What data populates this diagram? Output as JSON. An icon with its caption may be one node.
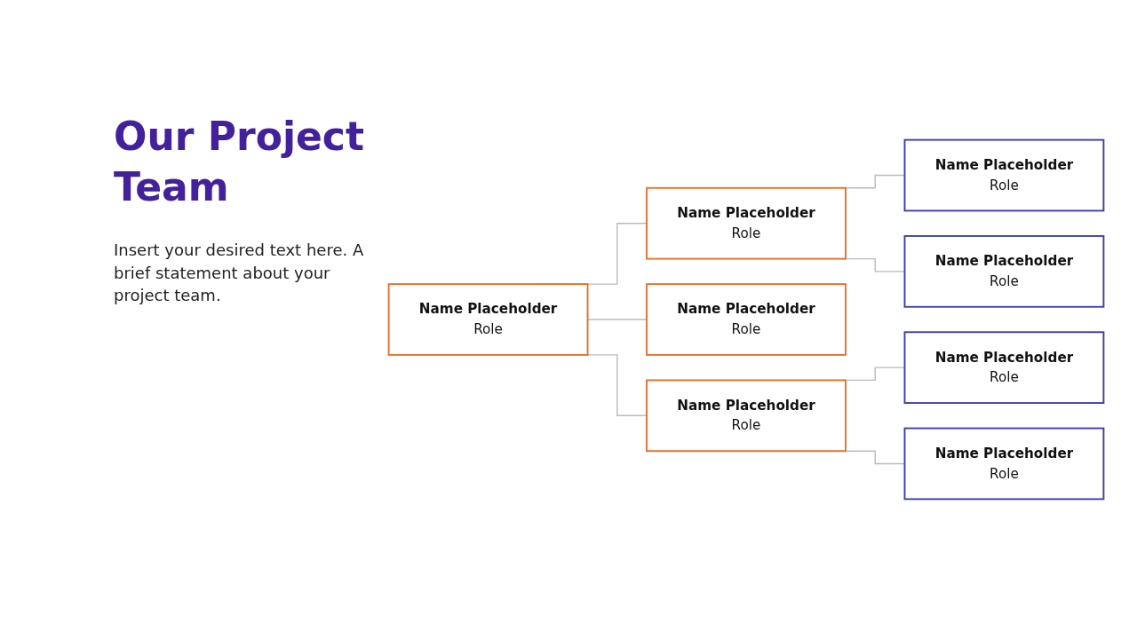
{
  "diagram": {
    "title": "Our Project Team",
    "nodes": [
      {
        "text": [
          "Name Placeholder",
          "Role"
        ]
      },
      {
        "text": [
          "Name Placeholder",
          "Role"
        ]
      },
      {
        "text": [
          "Name Placeholder",
          "Role"
        ]
      },
      {
        "text": [
          "Name Placeholder",
          "Role"
        ]
      },
      {
        "text": [
          "Name Placeholder",
          "Role"
        ]
      },
      {
        "text": [
          "Name Placeholder",
          "Role"
        ]
      },
      {
        "text": [
          "Name Placeholder",
          "Role"
        ]
      },
      {
        "text": [
          "Name Placeholder",
          "Role"
        ]
      }
    ],
    "edges": [
      {
        "from": 0,
        "to": 1,
        "arrow": "none"
      },
      {
        "from": 0,
        "to": 4,
        "arrow": "none"
      },
      {
        "from": 0,
        "to": 5,
        "arrow": "none"
      },
      {
        "from": 1,
        "to": 2,
        "arrow": "none"
      },
      {
        "from": 1,
        "to": 3,
        "arrow": "none"
      },
      {
        "from": 5,
        "to": 6,
        "arrow": "none"
      },
      {
        "from": 5,
        "to": 7,
        "arrow": "none"
      }
    ],
    "labels": [
      "Insert your desired text here. A brief statement about your project team."
    ]
  }
}
